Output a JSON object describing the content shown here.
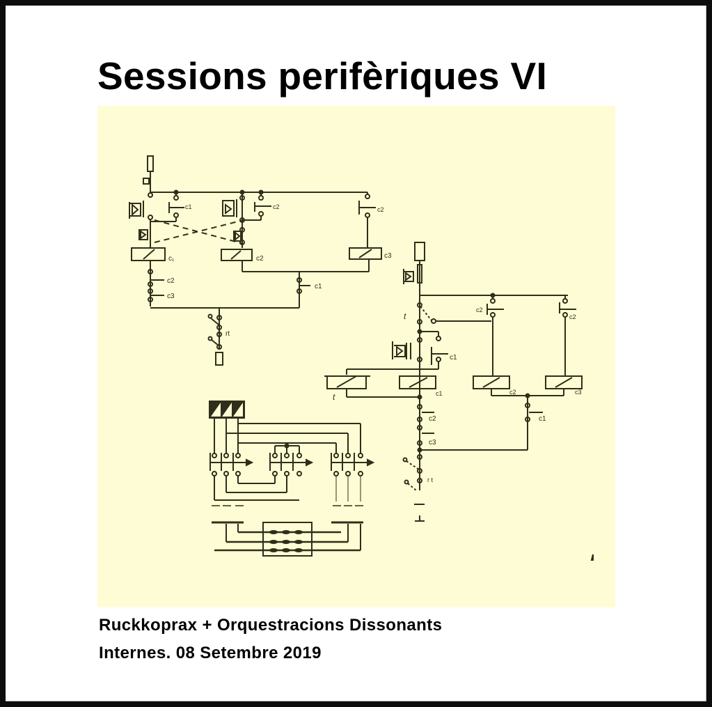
{
  "poster": {
    "title": "Sessions perifèriques VI",
    "caption_line1": "Ruckkoprax + Orquestracions Dissonants",
    "caption_line2": "Internes. 08 Setembre 2019"
  },
  "artwork": {
    "description": "Hand-drawn electrical relay circuit schematic on cream paper",
    "background_color": "#fefcd4",
    "ink_color": "#2e2e1a",
    "labels": [
      "c1",
      "c2",
      "c3",
      "c1",
      "c2",
      "c2",
      "c3",
      "c1",
      "rt",
      "t",
      "c1",
      "c1",
      "c2",
      "c3",
      "c1",
      "c2",
      "c3",
      "t",
      "rt"
    ]
  },
  "colors": {
    "border": "#0d0d0d",
    "page": "#ffffff",
    "text": "#000000"
  }
}
